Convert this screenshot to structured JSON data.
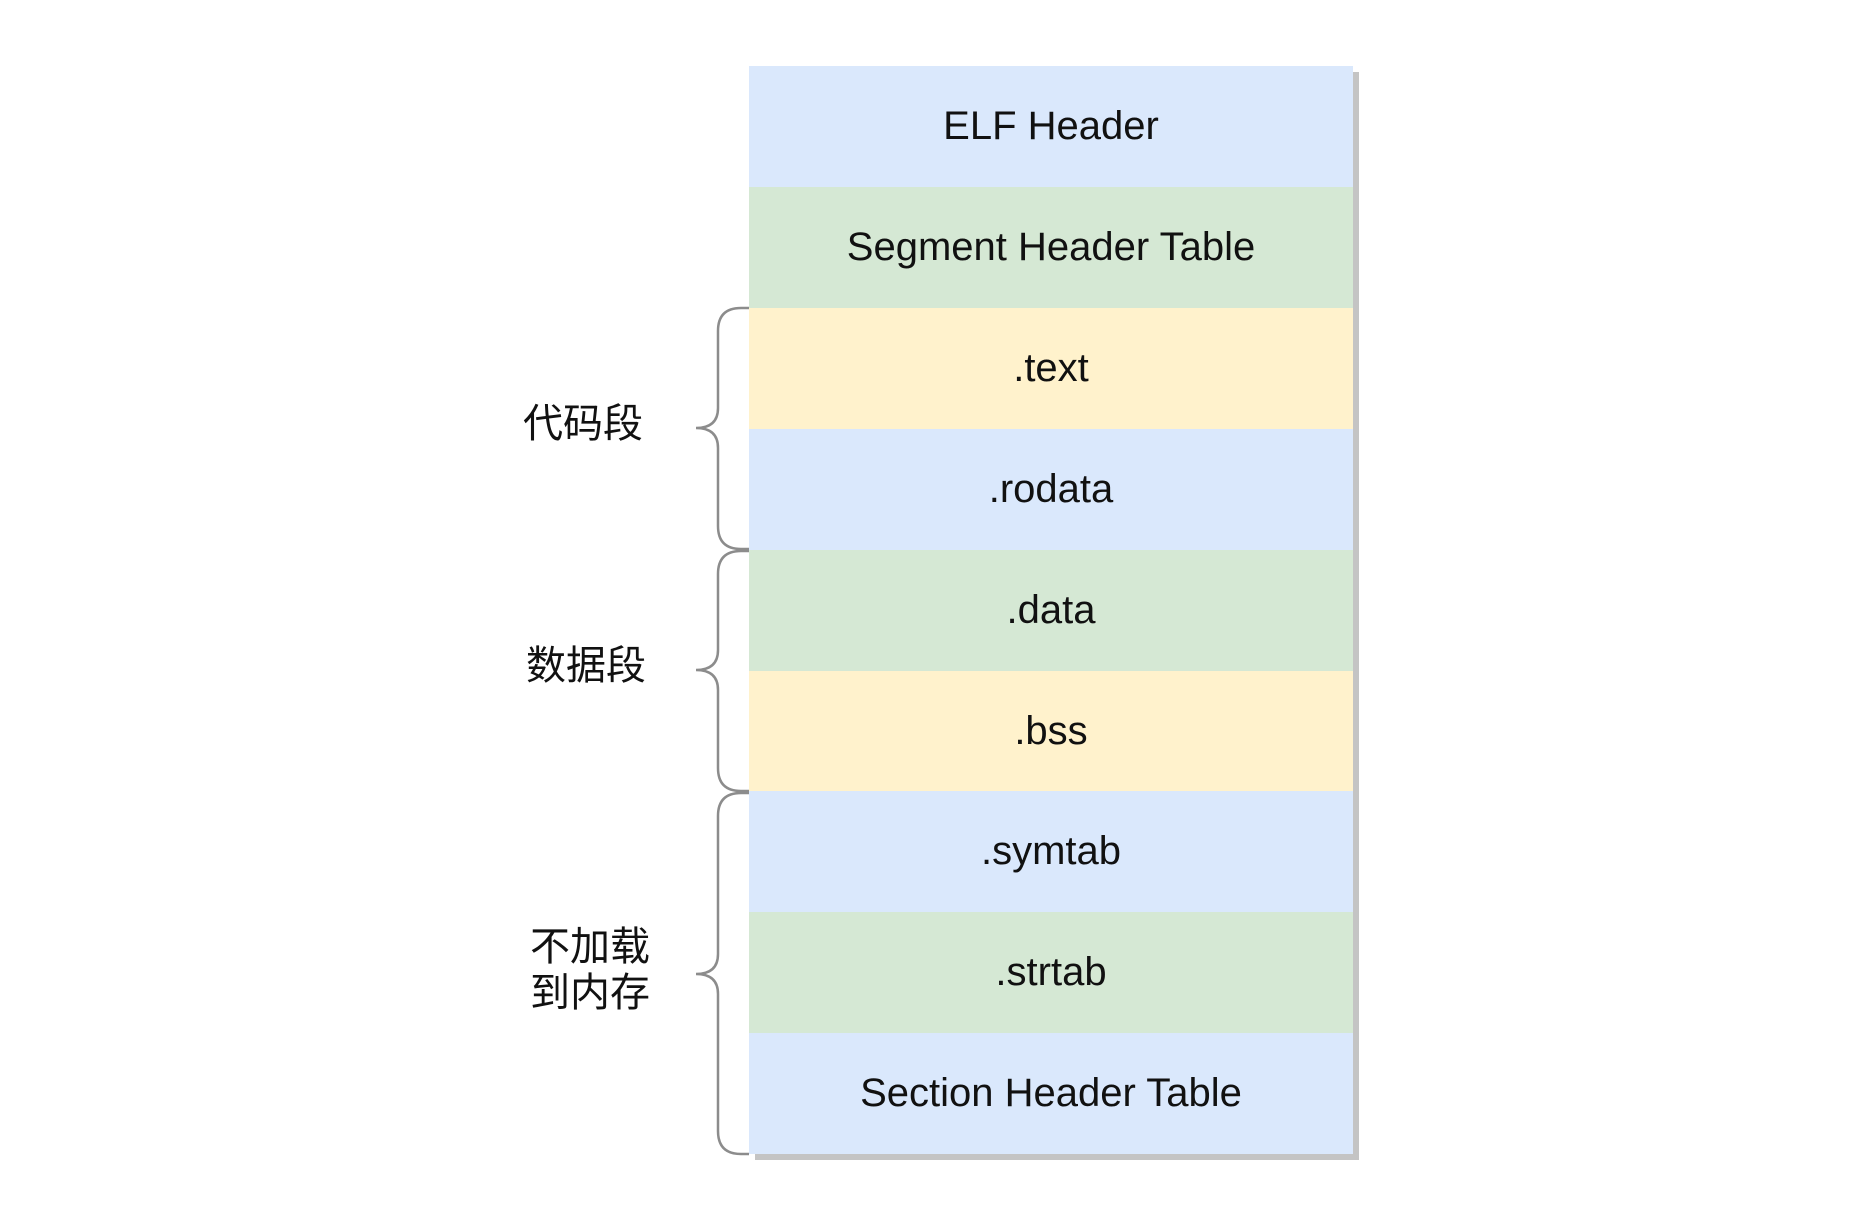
{
  "sections": [
    {
      "label": "ELF Header",
      "color": "#dae8fc"
    },
    {
      "label": "Segment Header Table",
      "color": "#d5e8d4"
    },
    {
      "label": ".text",
      "color": "#fff2cc"
    },
    {
      "label": ".rodata",
      "color": "#dae8fc"
    },
    {
      "label": ".data",
      "color": "#d5e8d4"
    },
    {
      "label": ".bss",
      "color": "#fff2cc"
    },
    {
      "label": ".symtab",
      "color": "#dae8fc"
    },
    {
      "label": ".strtab",
      "color": "#d5e8d4"
    },
    {
      "label": "Section Header Table",
      "color": "#dae8fc"
    }
  ],
  "groups": {
    "code": {
      "line1": "代码段"
    },
    "data": {
      "line1": "数据段"
    },
    "not_loaded": {
      "line1": "不加载",
      "line2": "到内存"
    }
  },
  "colors": {
    "brace": "#8c8c8c",
    "shadow": "#c4c4c4"
  }
}
